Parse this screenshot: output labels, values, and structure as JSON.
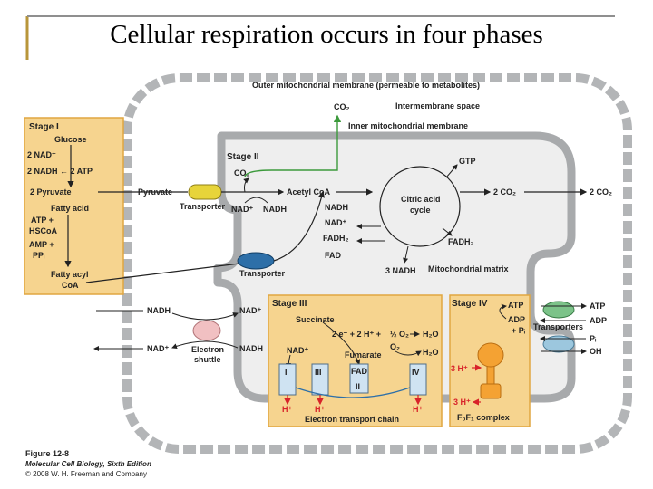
{
  "title": "Cellular respiration occurs in four phases",
  "colors": {
    "membrane": "#a8aaac",
    "matrix": "#efefef",
    "stage_box": "#f6d48f",
    "stage_border": "#e0a640",
    "transport_red": "#d8232a",
    "co2_green": "#3c9a3c"
  },
  "membranes": {
    "outer": "Outer mitochondrial membrane (permeable to metabolites)",
    "intermembrane": "Intermembrane space",
    "inner": "Inner mitochondrial membrane",
    "matrix": "Mitochondrial matrix"
  },
  "stage1": {
    "title": "Stage I",
    "glucose": "Glucose",
    "nad": "2 NAD⁺",
    "nadh_atp": "2 NADH ← 2 ATP",
    "pyruvate": "2 Pyruvate",
    "fatty_acid": "Fatty acid",
    "atp_hscoa_1": "ATP +",
    "atp_hscoa_2": "HSCoA",
    "amp_1": "AMP +",
    "amp_2": "PPᵢ",
    "fatty_acyl_1": "Fatty acyl",
    "fatty_acyl_2": "CoA"
  },
  "stage2": {
    "title": "Stage II",
    "co2": "CO₂",
    "pyruvate": "Pyruvate",
    "transporter": "Transporter",
    "nad": "NAD⁺",
    "nadh1": "NADH",
    "acetyl": "Acetyl CoA",
    "nadh2": "NADH",
    "nad2": "NAD⁺",
    "fadh2": "FADH₂",
    "fad": "FAD",
    "nadh3": "3 NADH",
    "cycle_1": "Citric acid",
    "cycle_2": "cycle",
    "gtp": "GTP",
    "fadh2_b": "FADH₂",
    "co2_2": "2 CO₂",
    "co2_3": "2 CO₂",
    "transporter2": "Transporter"
  },
  "top_co2": "CO₂",
  "stage3": {
    "title": "Stage III",
    "succinate": "Succinate",
    "eq_left": "2 e⁻ + 2 H⁺ +",
    "eq_half": "½ O₂",
    "h2o1": "H₂O",
    "nad": "NAD⁺",
    "fumarate": "Fumarate",
    "o2": "O₂",
    "h2o2": "H₂O",
    "complex1": "I",
    "complex3": "III",
    "complex2_fad": "FAD",
    "complex2": "II",
    "complex4": "IV",
    "hplus": "H⁺",
    "etc": "Electron transport chain"
  },
  "shuttle": {
    "nadh_left": "NADH",
    "nad_right": "NAD⁺",
    "nad_left": "NAD⁺",
    "nadh_right": "NADH",
    "label_1": "Electron",
    "label_2": "shuttle"
  },
  "stage4": {
    "title": "Stage IV",
    "atp": "ATP",
    "adp": "ADP",
    "pi": "+ Pᵢ",
    "h3_top": "3 H⁺",
    "h3_bot": "3 H⁺",
    "complex": "F₀F₁ complex",
    "transporters": "Transporters",
    "atp_out": "ATP",
    "adp_out": "ADP",
    "pi_out": "Pᵢ",
    "oh_out": "OH⁻"
  },
  "caption": {
    "figure": "Figure 12-8",
    "book": "Molecular Cell Biology, Sixth Edition",
    "copyright": "© 2008 W. H. Freeman and Company"
  }
}
